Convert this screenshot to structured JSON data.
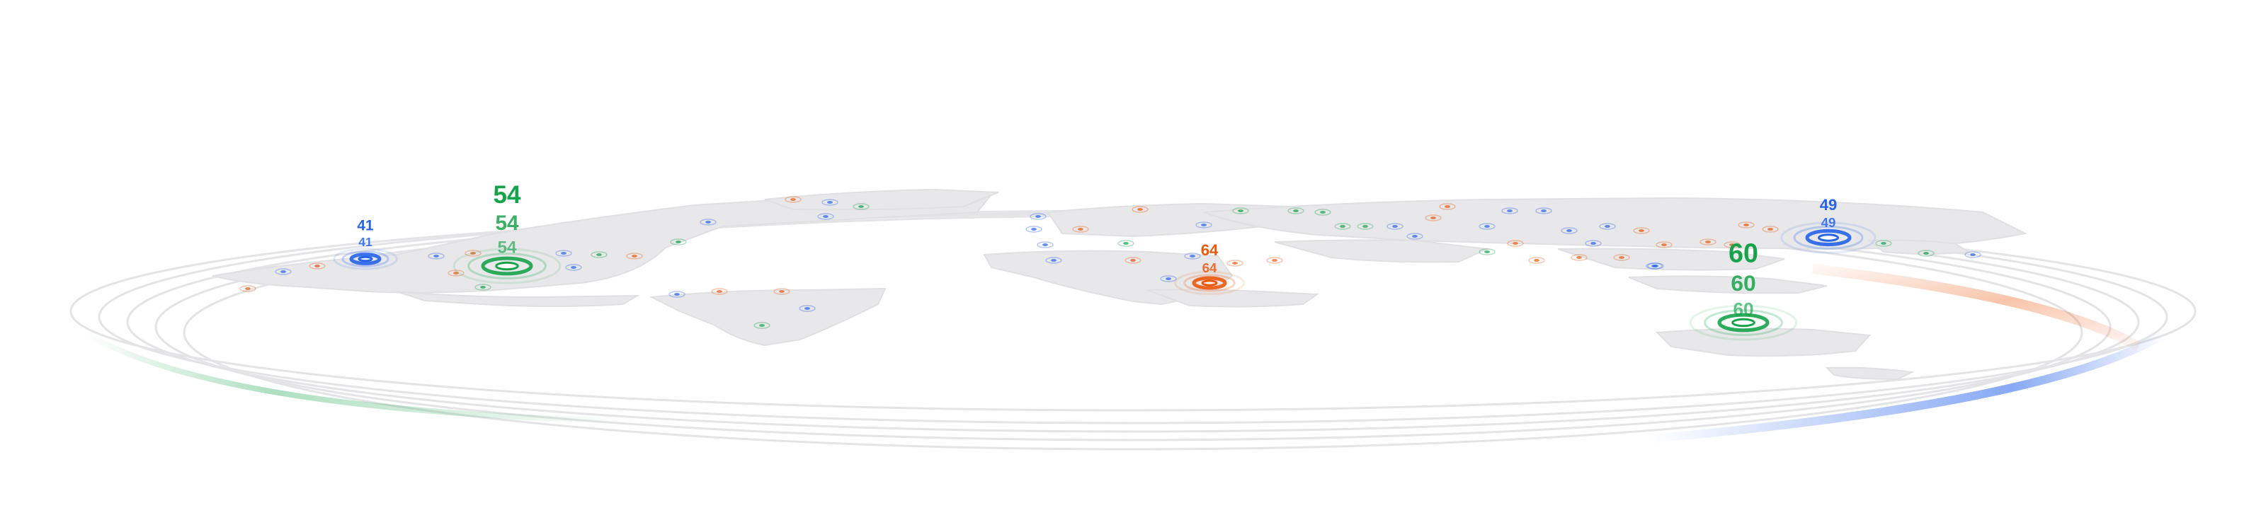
{
  "colors": {
    "green": "#16a34a",
    "orange": "#ea580c",
    "blue": "#2563eb",
    "land": "#e8e8ea",
    "ring": "#e2e2e4"
  },
  "hotspots": [
    {
      "id": "hotspot-blue-northamerica",
      "color": "blue",
      "value": "41"
    },
    {
      "id": "hotspot-green-northamerica",
      "color": "green",
      "value": "54"
    },
    {
      "id": "hotspot-orange-india",
      "color": "orange",
      "value": "64"
    },
    {
      "id": "hotspot-green-australia",
      "color": "green",
      "value": "60"
    },
    {
      "id": "hotspot-blue-japan",
      "color": "blue",
      "value": "49"
    }
  ]
}
